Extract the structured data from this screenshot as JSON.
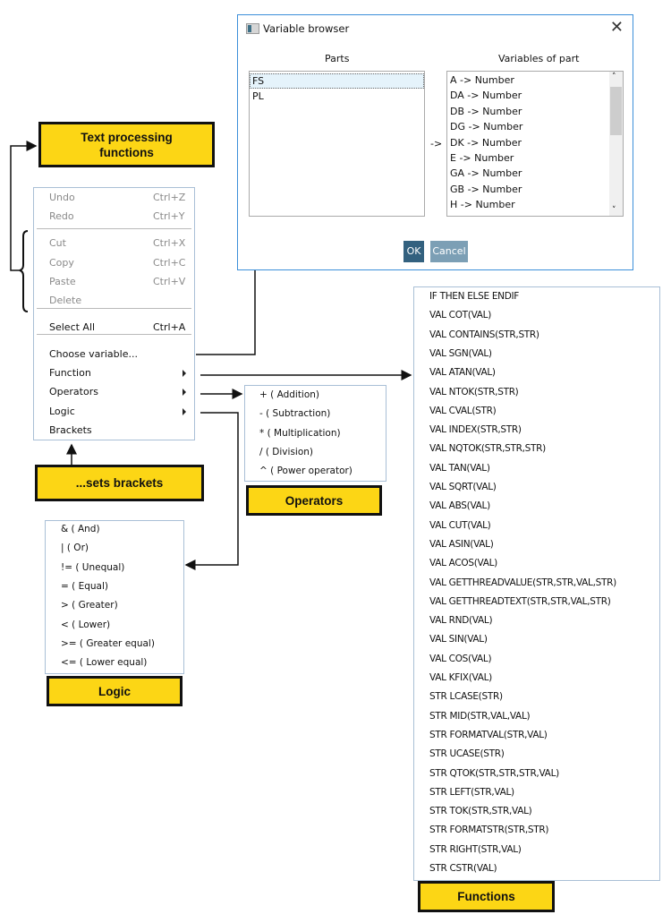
{
  "dialog": {
    "title": "Variable browser",
    "close_icon": "close-icon",
    "parts_header": "Parts",
    "variables_header": "Variables of part",
    "parts": [
      "FS",
      "PL"
    ],
    "selected_part": "FS",
    "arrow_text": "->",
    "variables": [
      "A -> Number",
      "DA -> Number",
      "DB -> Number",
      "DG -> Number",
      "DK -> Number",
      "E -> Number",
      "GA -> Number",
      "GB -> Number",
      "H -> Number"
    ],
    "ok_label": "OK",
    "cancel_label": "Cancel",
    "ok_color": "#33617f",
    "cancel_color": "#7c9fb5"
  },
  "context_menu": {
    "items": [
      {
        "label": "Undo",
        "shortcut": "Ctrl+Z",
        "disabled": true
      },
      {
        "label": "Redo",
        "shortcut": "Ctrl+Y",
        "disabled": true
      },
      {
        "label": "Cut",
        "shortcut": "Ctrl+X",
        "disabled": true
      },
      {
        "label": "Copy",
        "shortcut": "Ctrl+C",
        "disabled": true
      },
      {
        "label": "Paste",
        "shortcut": "Ctrl+V",
        "disabled": true
      },
      {
        "label": "Delete",
        "shortcut": "",
        "disabled": true
      },
      {
        "label": "Select All",
        "shortcut": "Ctrl+A",
        "disabled": false
      },
      {
        "label": "Choose variable...",
        "shortcut": "",
        "disabled": false
      },
      {
        "label": "Function",
        "shortcut": "",
        "disabled": false,
        "submenu": true
      },
      {
        "label": "Operators",
        "shortcut": "",
        "disabled": false,
        "submenu": true
      },
      {
        "label": "Logic",
        "shortcut": "",
        "disabled": false,
        "submenu": true
      },
      {
        "label": "Brackets",
        "shortcut": "",
        "disabled": false
      }
    ]
  },
  "operators": [
    "+ ( Addition)",
    "- ( Subtraction)",
    "* ( Multiplication)",
    "/ ( Division)",
    "^ ( Power operator)"
  ],
  "logic": [
    "& ( And)",
    "| ( Or)",
    "!= ( Unequal)",
    "= ( Equal)",
    "> ( Greater)",
    "< ( Lower)",
    ">= ( Greater equal)",
    "<= ( Lower equal)"
  ],
  "functions": [
    "IF THEN ELSE ENDIF",
    "VAL COT(VAL)",
    "VAL CONTAINS(STR,STR)",
    "VAL SGN(VAL)",
    "VAL ATAN(VAL)",
    "VAL NTOK(STR,STR)",
    "VAL CVAL(STR)",
    "VAL INDEX(STR,STR)",
    "VAL NQTOK(STR,STR,STR)",
    "VAL TAN(VAL)",
    "VAL SQRT(VAL)",
    "VAL ABS(VAL)",
    "VAL CUT(VAL)",
    "VAL ASIN(VAL)",
    "VAL ACOS(VAL)",
    "VAL GETTHREADVALUE(STR,STR,VAL,STR)",
    "VAL GETTHREADTEXT(STR,STR,VAL,STR)",
    "VAL RND(VAL)",
    "VAL SIN(VAL)",
    "VAL COS(VAL)",
    "VAL KFIX(VAL)",
    "STR LCASE(STR)",
    "STR MID(STR,VAL,VAL)",
    "STR FORMATVAL(STR,VAL)",
    "STR UCASE(STR)",
    "STR QTOK(STR,STR,STR,VAL)",
    "STR LEFT(STR,VAL)",
    "STR TOK(STR,STR,VAL)",
    "STR FORMATSTR(STR,STR)",
    "STR RIGHT(STR,VAL)",
    "STR CSTR(VAL)"
  ],
  "labels": {
    "text_processing": "Text processing functions",
    "sets_brackets": "...sets brackets",
    "operators": "Operators",
    "logic": "Logic",
    "functions": "Functions"
  },
  "label_color": "#fcd615"
}
